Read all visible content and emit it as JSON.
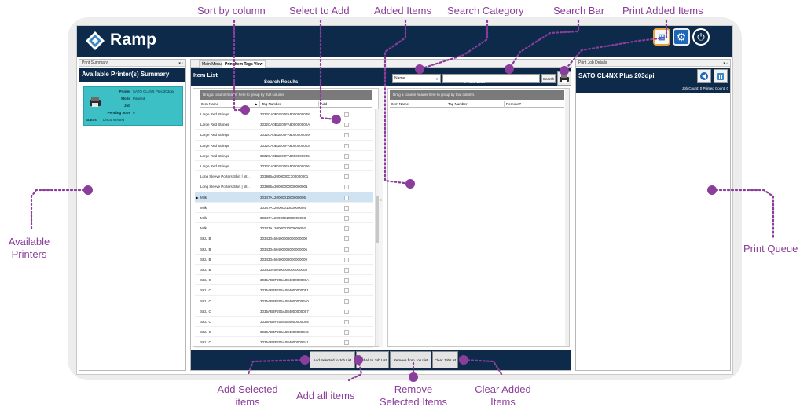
{
  "app": {
    "name": "Ramp"
  },
  "left_panel": {
    "pane_title": "Print Summary",
    "header": "Available Printer(s) Summary",
    "printer_card": {
      "rows": [
        {
          "label": "Printer",
          "value": "SATO CL4NX Plus 203dpi"
        },
        {
          "label": "Mode",
          "value": "Paused"
        },
        {
          "label": "Job",
          "value": ""
        },
        {
          "label": "Pending Jobs",
          "value": "0"
        },
        {
          "label": "Status",
          "value": "Disconnected"
        }
      ]
    }
  },
  "tabs": [
    {
      "label": "Main Menu"
    },
    {
      "label": "Print Item Tags View"
    }
  ],
  "center": {
    "item_list_title": "Item List",
    "search_results_title": "Search Results",
    "print_list_title": "Print List",
    "category_select": {
      "value": "Name"
    },
    "search_button": "Search",
    "group_hint": "Drag a column header here to group by that column.",
    "columns": [
      "Item Name",
      "Tag Number",
      "Add"
    ],
    "print_columns": [
      "Item Name",
      "Tag Number",
      "Remove?"
    ],
    "rows": [
      {
        "name": "Large Red Strings",
        "tag": "3032CA0B1B00FA8000000008"
      },
      {
        "name": "Large Red Strings",
        "tag": "3032CA0B1B00FA800000000A"
      },
      {
        "name": "Large Red Strings",
        "tag": "3032CA0B1B00FA8000000009"
      },
      {
        "name": "Large Red Strings",
        "tag": "3032CA0B1B00FA8000000003"
      },
      {
        "name": "Large Red Strings",
        "tag": "3032CA0B1B00FA8000000005"
      },
      {
        "name": "Large Red Strings",
        "tag": "3032CA0B1B00FA8000000006"
      },
      {
        "name": "Long Sleeve Porters Shirt | W...",
        "tag": "303986A2000000C300000001"
      },
      {
        "name": "Long Sleeve Porters Shirt | W...",
        "tag": "303986A30000000000000001"
      },
      {
        "name": "Milk",
        "tag": "30347A12000001000000005",
        "selected": true
      },
      {
        "name": "Milk",
        "tag": "30347A12000001000000004"
      },
      {
        "name": "Milk",
        "tag": "30347A12000001000000003"
      },
      {
        "name": "Milk",
        "tag": "30347A12000001000000002"
      },
      {
        "name": "SKU B",
        "tag": "303430460400008000000000"
      },
      {
        "name": "SKU B",
        "tag": "303430460400008000000006"
      },
      {
        "name": "SKU B",
        "tag": "303430460400008000000009"
      },
      {
        "name": "SKU B",
        "tag": "303430460400008000000008"
      },
      {
        "name": "SKU C",
        "tag": "3035AB3F205A08400000000A"
      },
      {
        "name": "SKU C",
        "tag": "3035AB3F205A084000000051"
      },
      {
        "name": "SKU C",
        "tag": "3035AB3F205A084000000340"
      },
      {
        "name": "SKU C",
        "tag": "3035AB3F205A084000000007"
      },
      {
        "name": "SKU C",
        "tag": "3035AB3F205A084000000008"
      },
      {
        "name": "SKU C",
        "tag": "3035AB3F205A084000000345"
      },
      {
        "name": "SKU C",
        "tag": "3035AB3F205A084000000341"
      }
    ],
    "buttons": {
      "add_selected": "Add Selected to Job List",
      "add_all": "Add All to Job List",
      "remove": "Remove from Job List",
      "clear": "Clear Job List"
    }
  },
  "right_panel": {
    "pane_title": "Print Job Details",
    "printer_name": "SATO CL4NX Plus 203dpi",
    "counts": "Job Count: 0  Printed Count: 0"
  },
  "annotations": {
    "sort_by_column": "Sort by column",
    "select_to_add": "Select to Add",
    "added_items": "Added Items",
    "search_category": "Search Category",
    "search_bar": "Search Bar",
    "print_added_items": "Print Added Items",
    "available_printers_1": "Available",
    "available_printers_2": "Printers",
    "print_queue": "Print Queue",
    "add_selected_1": "Add Selected",
    "add_selected_2": "items",
    "add_all": "Add all items",
    "remove_selected_1": "Remove",
    "remove_selected_2": "Selected Items",
    "clear_added_1": "Clear Added",
    "clear_added_2": "Items"
  },
  "colors": {
    "navy": "#0d2a4a",
    "teal_card": "#3dbfc6",
    "annotation_purple": "#8b3d9b"
  }
}
